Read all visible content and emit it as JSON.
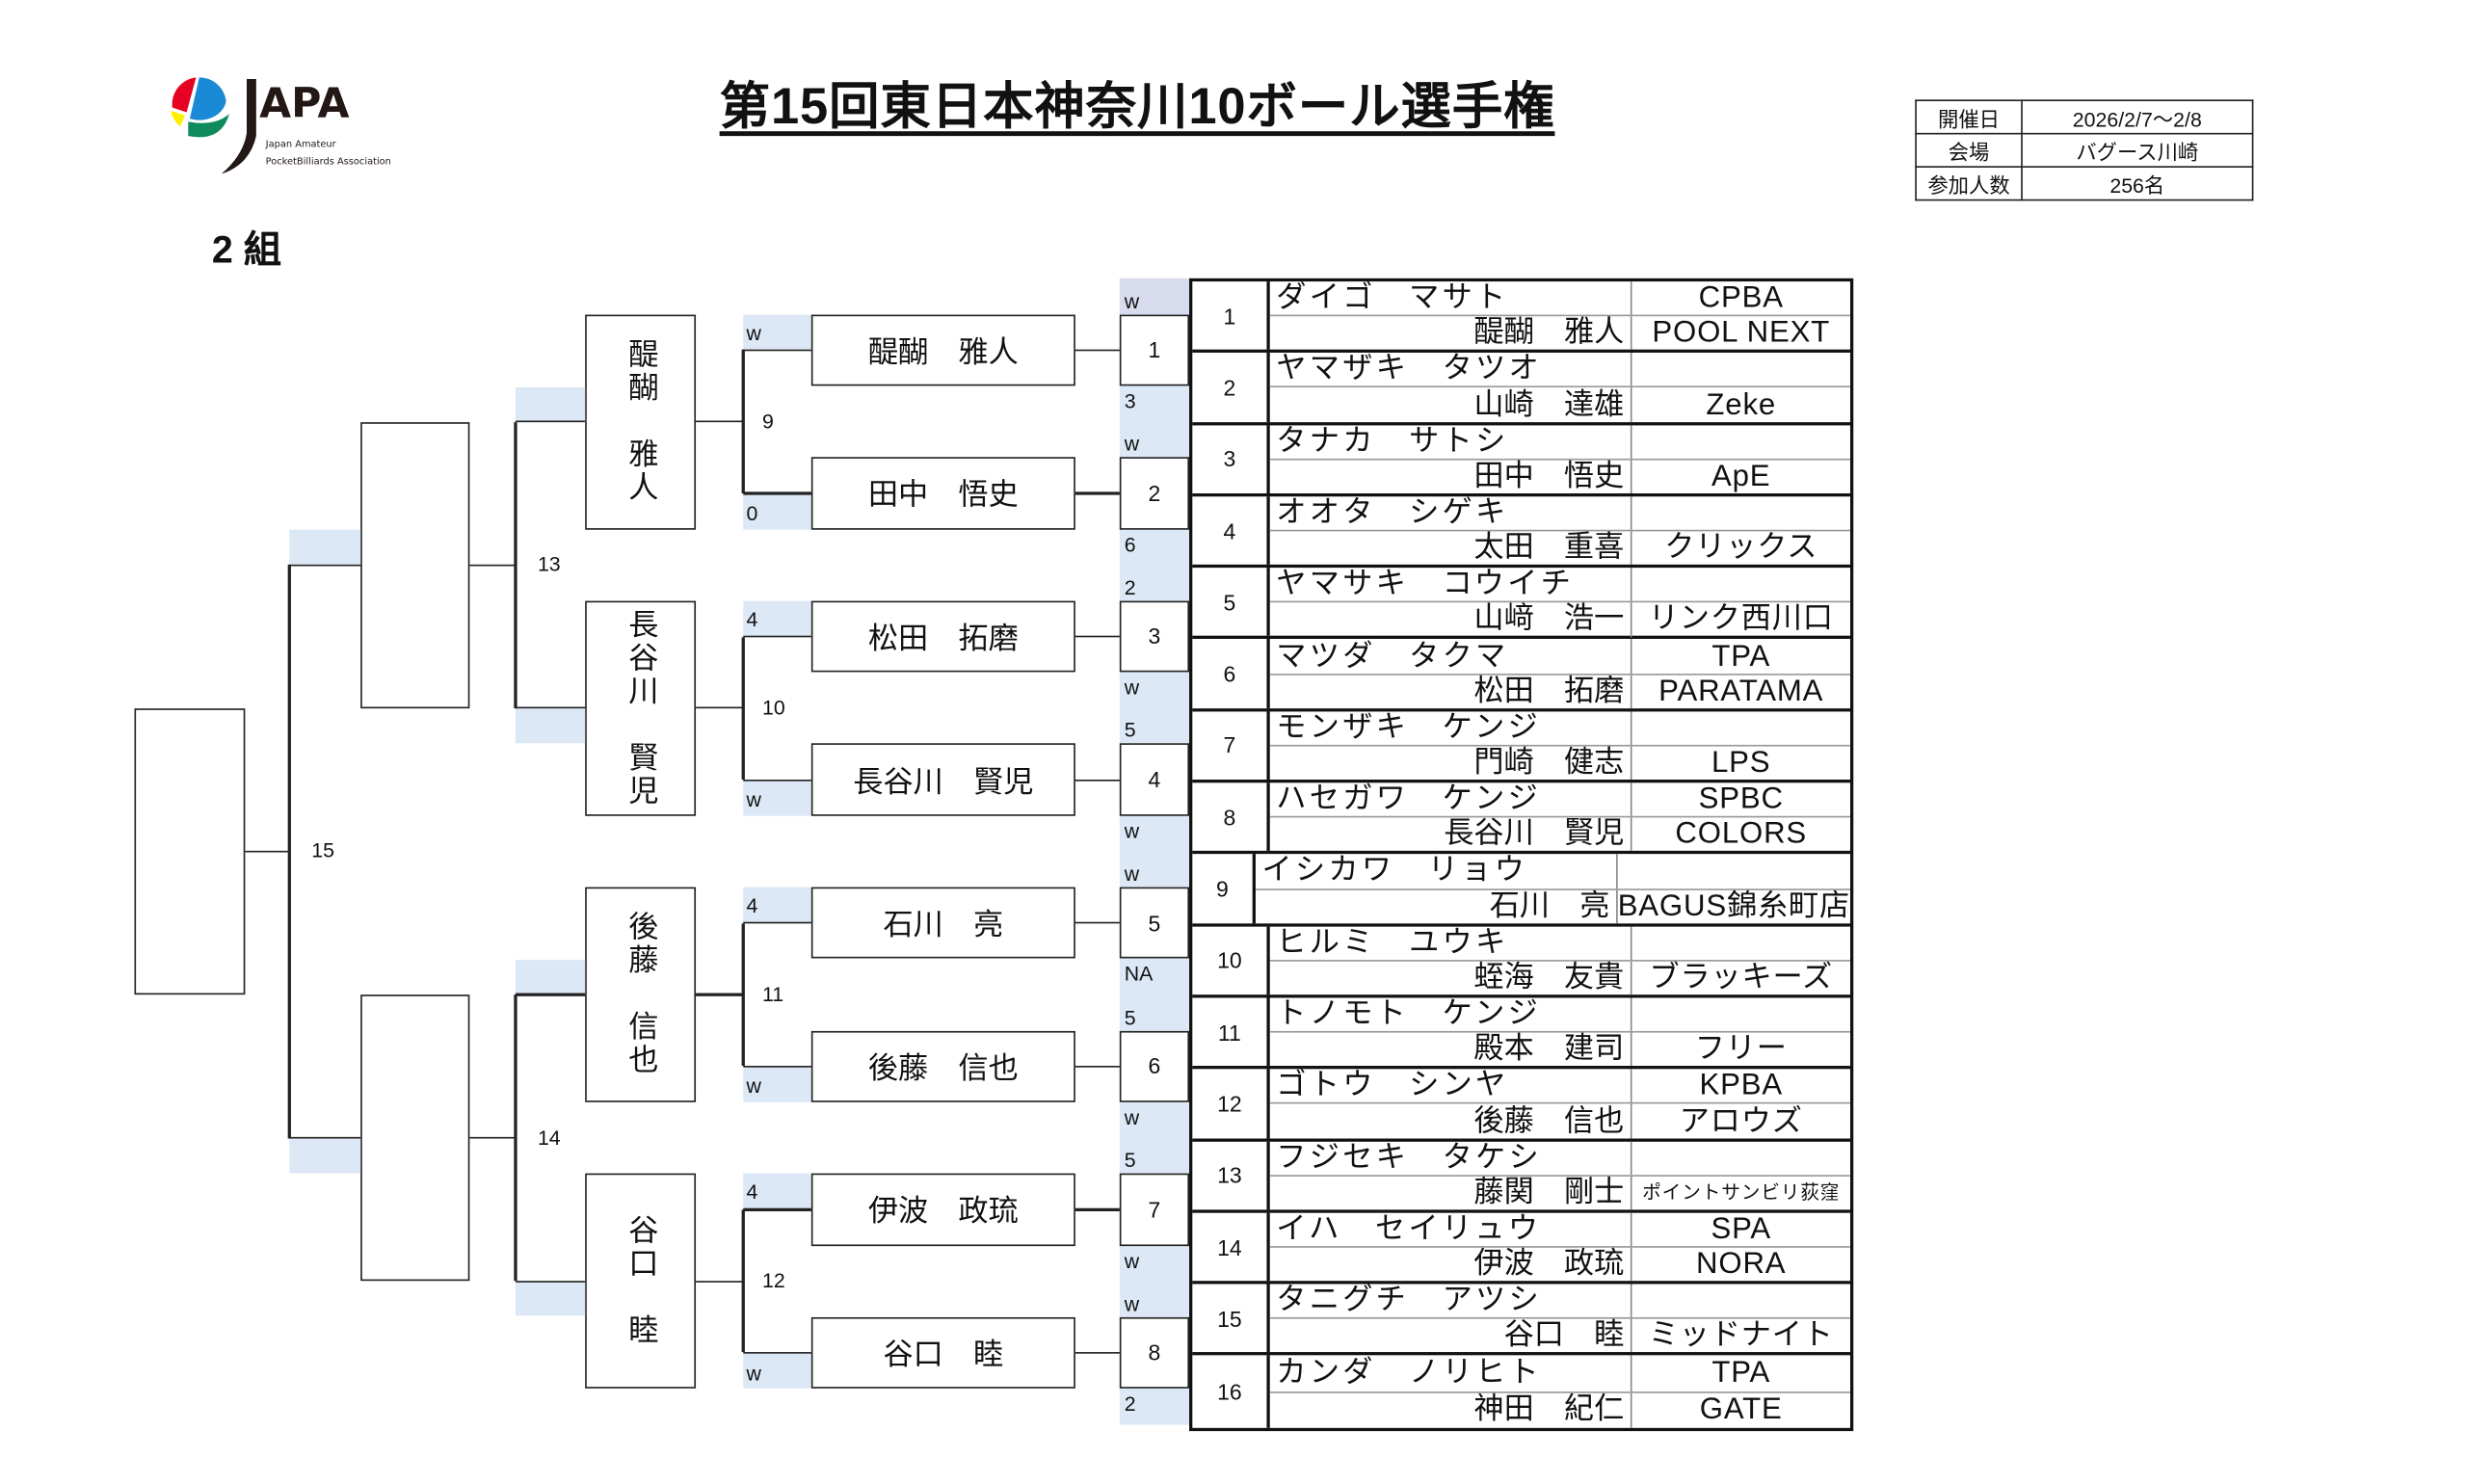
{
  "logo": {
    "mark": "JAPA",
    "line1": "Japan Amateur",
    "line2": "PocketBilliards Association",
    "colors": [
      "#e60021",
      "#1b8ad6",
      "#fff000",
      "#0e8a5c",
      "#231815"
    ]
  },
  "title": "第15回東日本神奈川10ボール選手権",
  "group": "2 組",
  "info": [
    {
      "label": "開催日",
      "value": "2026/2/7～2/8"
    },
    {
      "label": "会場",
      "value": "バグース川崎"
    },
    {
      "label": "参加人数",
      "value": "256名"
    }
  ],
  "colors": {
    "score_cell": "#dce8f5",
    "score_cell_top": "#d9dcef",
    "line": "#222222"
  },
  "entries": [
    {
      "no": "1",
      "kana": "ダイゴ　マサト",
      "name": "醍醐　雅人",
      "org1": "CPBA",
      "org2": "POOL NEXT"
    },
    {
      "no": "2",
      "kana": "ヤマザキ　タツオ",
      "name": "山崎　達雄",
      "org1": "",
      "org2": "Zeke"
    },
    {
      "no": "3",
      "kana": "タナカ　サトシ",
      "name": "田中　悟史",
      "org1": "",
      "org2": "ApE"
    },
    {
      "no": "4",
      "kana": "オオタ　シゲキ",
      "name": "太田　重喜",
      "org1": "",
      "org2": "クリックス"
    },
    {
      "no": "5",
      "kana": "ヤマサキ　コウイチ",
      "name": "山﨑　浩一",
      "org1": "",
      "org2": "リンク西川口"
    },
    {
      "no": "6",
      "kana": "マツダ　タクマ",
      "name": "松田　拓磨",
      "org1": "TPA",
      "org2": "PARATAMA"
    },
    {
      "no": "7",
      "kana": "モンザキ　ケンジ",
      "name": "門崎　健志",
      "org1": "",
      "org2": "LPS"
    },
    {
      "no": "8",
      "kana": "ハセガワ　ケンジ",
      "name": "長谷川　賢児",
      "org1": "SPBC",
      "org2": "COLORS"
    },
    {
      "no": "9",
      "kana": "イシカワ　リョウ",
      "name": "石川　亮",
      "org1": "",
      "org2": "BAGUS錦糸町店"
    },
    {
      "no": "10",
      "kana": "ヒルミ　ユウキ",
      "name": "蛭海　友貴",
      "org1": "",
      "org2": "ブラッキーズ"
    },
    {
      "no": "11",
      "kana": "トノモト　ケンジ",
      "name": "殿本　建司",
      "org1": "",
      "org2": "フリー"
    },
    {
      "no": "12",
      "kana": "ゴトウ　シンヤ",
      "name": "後藤　信也",
      "org1": "KPBA",
      "org2": "アロウズ"
    },
    {
      "no": "13",
      "kana": "フジセキ　タケシ",
      "name": "藤関　剛士",
      "org1": "",
      "org2": "ポイントサンビリ荻窪",
      "org2_small": true
    },
    {
      "no": "14",
      "kana": "イハ　セイリュウ",
      "name": "伊波　政琉",
      "org1": "SPA",
      "org2": "NORA"
    },
    {
      "no": "15",
      "kana": "タニグチ　アツシ",
      "name": "谷口　睦",
      "org1": "",
      "org2": "ミッドナイト"
    },
    {
      "no": "16",
      "kana": "カンダ　ノリヒト",
      "name": "神田　紀仁",
      "org1": "TPA",
      "org2": "GATE"
    }
  ],
  "round1": [
    {
      "match": "1",
      "score_top": "w",
      "score_bottom": "3"
    },
    {
      "match": "2",
      "score_top": "w",
      "score_bottom": "6"
    },
    {
      "match": "3",
      "score_top": "2",
      "score_bottom": "w"
    },
    {
      "match": "4",
      "score_top": "5",
      "score_bottom": "w"
    },
    {
      "match": "5",
      "score_top": "w",
      "score_bottom": "NA"
    },
    {
      "match": "6",
      "score_top": "5",
      "score_bottom": "w"
    },
    {
      "match": "7",
      "score_top": "5",
      "score_bottom": "w"
    },
    {
      "match": "8",
      "score_top": "w",
      "score_bottom": "2"
    }
  ],
  "round2_players": [
    "醍醐　雅人",
    "田中　悟史",
    "松田　拓磨",
    "長谷川　賢児",
    "石川　亮",
    "後藤　信也",
    "伊波　政琉",
    "谷口　睦"
  ],
  "round2_matches": [
    {
      "match": "9",
      "score_top": "w",
      "score_bottom": "0"
    },
    {
      "match": "10",
      "score_top": "4",
      "score_bottom": "w"
    },
    {
      "match": "11",
      "score_top": "4",
      "score_bottom": "w"
    },
    {
      "match": "12",
      "score_top": "4",
      "score_bottom": "w"
    }
  ],
  "round3_players": [
    "醍醐　雅人",
    "長谷川　賢児",
    "後藤　信也",
    "谷口　睦"
  ],
  "round3_matches": [
    {
      "match": "13",
      "score_top": "",
      "score_bottom": ""
    },
    {
      "match": "14",
      "score_top": "",
      "score_bottom": ""
    }
  ],
  "round4_players": [
    "",
    ""
  ],
  "final_match": {
    "match": "15",
    "score_top": "",
    "score_bottom": ""
  },
  "winner": ""
}
